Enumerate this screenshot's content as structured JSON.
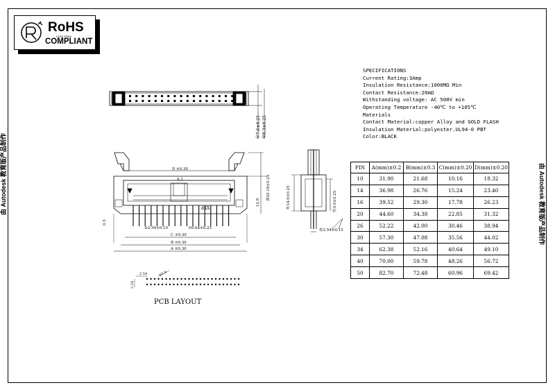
{
  "rohs": {
    "title": "RoHS",
    "lead": "LEAD FREE",
    "compliant": "COMPLIANT"
  },
  "specs": {
    "heading": "SPECIFICATIONS",
    "lines": [
      "Current Rating:3Amp",
      "Insulation Resistance:1000MΩ Min",
      "Contact Resistance:20mΩ",
      "Withstanding voltage: AC 500V min",
      "Operating Temperature -40℃ to +105℃",
      "Materials",
      "Contact Material:copper Alloy and GOLD FLASH",
      "Insulation Material:polyester.UL94-0 PBT",
      "Color:BLACK"
    ]
  },
  "table": {
    "headers": [
      "PIN",
      "A(mm)±0.2",
      "B(mm)±0.3",
      "C(mm)±0.20",
      "D(mm)±0.20"
    ],
    "rows": [
      [
        "10",
        "31.90",
        "21.68",
        "10.16",
        "18.32"
      ],
      [
        "14",
        "36.98",
        "26.76",
        "15.24",
        "23.40"
      ],
      [
        "16",
        "39.52",
        "29.30",
        "17.78",
        "26.23"
      ],
      [
        "20",
        "44.60",
        "34.38",
        "22.85",
        "31.32"
      ],
      [
        "26",
        "52.22",
        "42.00",
        "30.46",
        "38.94"
      ],
      [
        "30",
        "57.30",
        "47.08",
        "35.56",
        "44.02"
      ],
      [
        "34",
        "62.38",
        "52.16",
        "40.64",
        "49.10"
      ],
      [
        "40",
        "70.00",
        "59.78",
        "48.26",
        "56.72"
      ],
      [
        "50",
        "82.70",
        "72.48",
        "60.96",
        "69.42"
      ]
    ]
  },
  "watermark": "由 Autodesk 教育版产品制作",
  "pcb_layout": "PCB LAYOUT",
  "dims": {
    "d": "D ±0.30",
    "c": "C ±0.30",
    "b": "B ±0.30",
    "a": "A ±0.30",
    "w43": "4.3",
    "pitch": "②2.54±0.10",
    "pin": "⑦0.64±0.25",
    "h129": "12.9",
    "h05": "0.5",
    "h201": "⑳20.18±0.25",
    "xx": "dXX",
    "top1": "⑰7.6±0.25",
    "top2": "⑫8.3±0.25",
    "s1": "⑯14.6±0.25",
    "s2": "⑬3.0±0.25",
    "s3": "⑯2.54±0.15",
    "p254a": "2.54",
    "p254b": "2.54",
    "p10": "φ1.0"
  }
}
